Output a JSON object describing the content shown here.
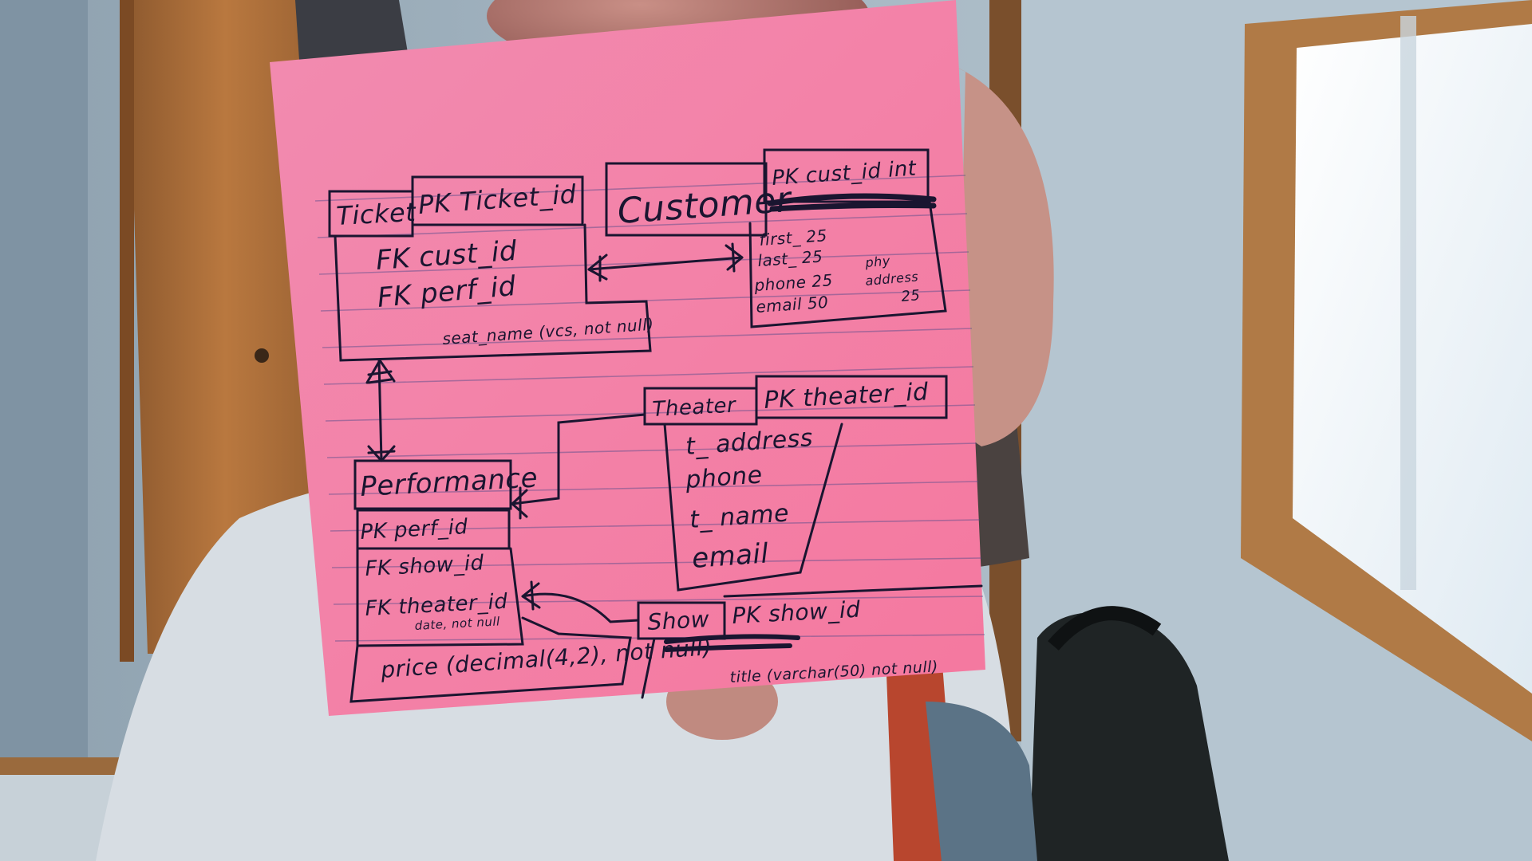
{
  "note": {
    "ticket": {
      "entity": "Ticket",
      "pk": "PK Ticket_id",
      "fields": [
        "FK cust_id",
        "FK perf_id",
        "seat_name (vcs, not null)"
      ]
    },
    "customer": {
      "entity": "Customer",
      "pk": "PK cust_id  int",
      "fields": [
        "first_   25",
        "last_   25",
        "phone   25",
        "email   50"
      ],
      "side_labels": [
        "phy",
        "address",
        "25"
      ]
    },
    "theater": {
      "entity": "Theater",
      "pk": "PK theater_id",
      "fields": [
        "t_ address",
        "phone",
        "t_ name",
        "email"
      ]
    },
    "performance": {
      "entity": "Performance",
      "pk": "PK perf_id",
      "fields": [
        "FK show_id",
        "FK theater_id",
        "date, not null",
        "price (decimal(4,2), not null)"
      ]
    },
    "show": {
      "entity": "Show",
      "pk": "PK show_id",
      "fields": [
        "title (varchar(50) not null)"
      ]
    }
  },
  "colors": {
    "sticky_note": "#f47fa6",
    "ink": "#1a1530",
    "wall": "#a9bac6",
    "door": "#b5733d",
    "window": "#eef5fa"
  }
}
